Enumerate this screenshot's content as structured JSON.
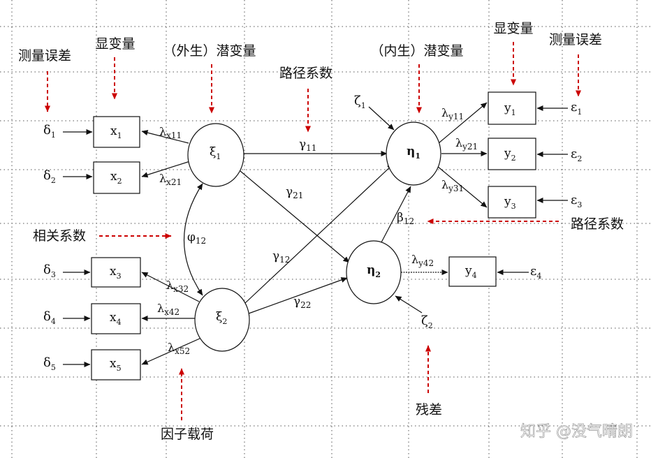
{
  "annotations": {
    "measurement_error_left": "测量误差",
    "manifest_variable_left": "显变量",
    "exogenous_latent": "（外生）潜变量",
    "path_coefficient_top": "路径系数",
    "endogenous_latent": "（内生）潜变量",
    "manifest_variable_right": "显变量",
    "measurement_error_right": "测量误差",
    "correlation_coefficient": "相关系数",
    "path_coefficient_right": "路径系数",
    "residual": "残差",
    "factor_loading": "因子载荷"
  },
  "latent": {
    "xi1": {
      "base": "ξ",
      "sub": "1"
    },
    "xi2": {
      "base": "ξ",
      "sub": "2"
    },
    "eta1": {
      "base": "η",
      "sub": "1"
    },
    "eta2": {
      "base": "η",
      "sub": "2"
    }
  },
  "indicators": {
    "x1": {
      "base": "x",
      "sub": "1"
    },
    "x2": {
      "base": "x",
      "sub": "2"
    },
    "x3": {
      "base": "x",
      "sub": "3"
    },
    "x4": {
      "base": "x",
      "sub": "4"
    },
    "x5": {
      "base": "x",
      "sub": "5"
    },
    "y1": {
      "base": "y",
      "sub": "1"
    },
    "y2": {
      "base": "y",
      "sub": "2"
    },
    "y3": {
      "base": "y",
      "sub": "3"
    },
    "y4": {
      "base": "y",
      "sub": "4"
    }
  },
  "errors": {
    "d1": {
      "base": "δ",
      "sub": "1"
    },
    "d2": {
      "base": "δ",
      "sub": "2"
    },
    "d3": {
      "base": "δ",
      "sub": "3"
    },
    "d4": {
      "base": "δ",
      "sub": "4"
    },
    "d5": {
      "base": "δ",
      "sub": "5"
    },
    "e1": {
      "base": "ε",
      "sub": "1"
    },
    "e2": {
      "base": "ε",
      "sub": "2"
    },
    "e3": {
      "base": "ε",
      "sub": "3"
    },
    "e4": {
      "base": "ε",
      "sub": "4"
    },
    "z1": {
      "base": "ζ",
      "sub": "1"
    },
    "z2": {
      "base": "ζ",
      "sub": "2"
    }
  },
  "coefficients": {
    "lx11": {
      "base": "λ",
      "sub": "x11"
    },
    "lx21": {
      "base": "λ",
      "sub": "x21"
    },
    "lx32": {
      "base": "λ",
      "sub": "x32"
    },
    "lx42": {
      "base": "λ",
      "sub": "x42"
    },
    "lx52": {
      "base": "λ",
      "sub": "x52"
    },
    "ly11": {
      "base": "λ",
      "sub": "y11"
    },
    "ly21": {
      "base": "λ",
      "sub": "y21"
    },
    "ly31": {
      "base": "λ",
      "sub": "y31"
    },
    "ly42": {
      "base": "λ",
      "sub": "y42"
    },
    "g11": {
      "base": "γ",
      "sub": "11"
    },
    "g21": {
      "base": "γ",
      "sub": "21"
    },
    "g12": {
      "base": "γ",
      "sub": "12"
    },
    "g22": {
      "base": "γ",
      "sub": "22"
    },
    "b12": {
      "base": "β",
      "sub": "12"
    },
    "phi12": {
      "base": "φ",
      "sub": "12"
    }
  },
  "watermark": "知乎 @没气晴朗",
  "colors": {
    "annotation_arrow": "#cc0000",
    "line": "#111111",
    "grid": "#555555"
  }
}
